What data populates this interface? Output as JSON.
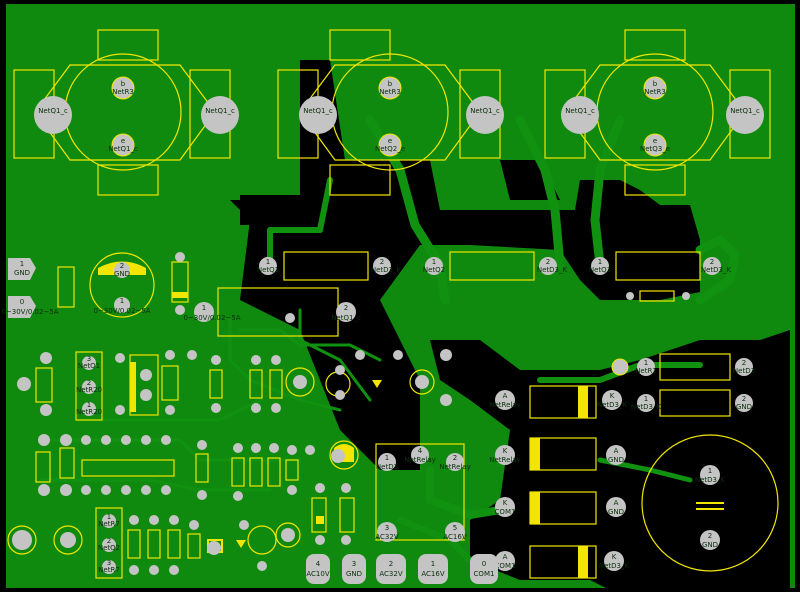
{
  "board": {
    "colors": {
      "background": "#000000",
      "copper_fill": "#0f8a0f",
      "trace": "#109210",
      "silkscreen": "#f2e600",
      "pad": "#c4c4c4",
      "pad_text": "#0b2e0b"
    }
  },
  "transistors": [
    {
      "b_num": "b",
      "b_net": "NetR3",
      "e_num": "e",
      "e_net": "NetQ1_c",
      "c_left": "NetQ1_c",
      "c_right": "NetQ1_c"
    },
    {
      "b_num": "b",
      "b_net": "NetR3",
      "e_num": "e",
      "e_net": "NetQ2_e",
      "c_left": "NetQ1_c",
      "c_right": "NetQ1_c"
    },
    {
      "b_num": "b",
      "b_net": "NetR3",
      "e_num": "e",
      "e_net": "NetQ3_e",
      "c_left": "NetQ1_c",
      "c_right": "NetQ1_c"
    }
  ],
  "pads": {
    "gnd_left": {
      "num": "1",
      "net": "GND"
    },
    "out_left": {
      "num": "0",
      "net": "0~30V/0.02~5A"
    },
    "cap_top": {
      "num": "2",
      "net": "GND"
    },
    "cap_bot": {
      "num": "1",
      "net": "0~30V/0.02~5A"
    },
    "mid_left": {
      "num": "1",
      "net": "0~30V/0.02~5A"
    },
    "mid_right": {
      "num": "2",
      "net": "NetQ1_c"
    },
    "r1_a": {
      "num": "1",
      "net": "NetQ1"
    },
    "r1_b": {
      "num": "2",
      "net": "NetD3_K"
    },
    "r2_a": {
      "num": "1",
      "net": "NetQ2"
    },
    "r2_b": {
      "num": "2",
      "net": "NetD3_K"
    },
    "r3_a": {
      "num": "1",
      "net": "NetQ3"
    },
    "r3_b": {
      "num": "2",
      "net": "NetD3_K"
    },
    "r4_a": {
      "num": "1",
      "net": "NetR1"
    },
    "r4_b": {
      "num": "2",
      "net": "NetD3"
    },
    "r5_a": {
      "num": "1",
      "net": "NetD3_K"
    },
    "r5_b": {
      "num": "2",
      "net": "GND"
    },
    "d_relay_a": {
      "num": "A",
      "net": "NetRelay"
    },
    "d_relay_k": {
      "num": "K",
      "net": "NetD3_K"
    },
    "d2_k": {
      "num": "K",
      "net": "NetRelay"
    },
    "d2_a": {
      "num": "A",
      "net": "GND"
    },
    "d3_k": {
      "num": "K",
      "net": "COM1"
    },
    "d3_a": {
      "num": "A",
      "net": "GND"
    },
    "d4_a": {
      "num": "A",
      "net": "COM1"
    },
    "d4_k": {
      "num": "K",
      "net": "NetD3_K"
    },
    "bigcap_a": {
      "num": "1",
      "net": "NetD3_K"
    },
    "bigcap_b": {
      "num": "2",
      "net": "GND"
    },
    "relay_1": {
      "num": "1",
      "net": "NetD3"
    },
    "relay_2": {
      "num": "2",
      "net": "NetRelay"
    },
    "relay_3": {
      "num": "3",
      "net": "AC32V"
    },
    "relay_4": {
      "num": "4",
      "net": "NetRelay"
    },
    "relay_5": {
      "num": "5",
      "net": "AC16V"
    },
    "conn_ac10": {
      "num": "4",
      "net": "AC10V"
    },
    "conn_gnd": {
      "num": "3",
      "net": "GND"
    },
    "conn_ac32": {
      "num": "2",
      "net": "AC32V"
    },
    "conn_ac16": {
      "num": "1",
      "net": "AC16V"
    },
    "conn_com": {
      "num": "0",
      "net": "COM1"
    },
    "ic1_1": {
      "num": "3",
      "net": "NetQ1"
    },
    "ic1_2": {
      "num": "2",
      "net": "NetR20"
    },
    "ic1_3": {
      "num": "1",
      "net": "NetR20"
    },
    "ic2_1": {
      "num": "1",
      "net": "NetR7"
    },
    "ic2_2": {
      "num": "2",
      "net": "NetQ2"
    },
    "ic2_3": {
      "num": "3",
      "net": "NetR7"
    }
  }
}
